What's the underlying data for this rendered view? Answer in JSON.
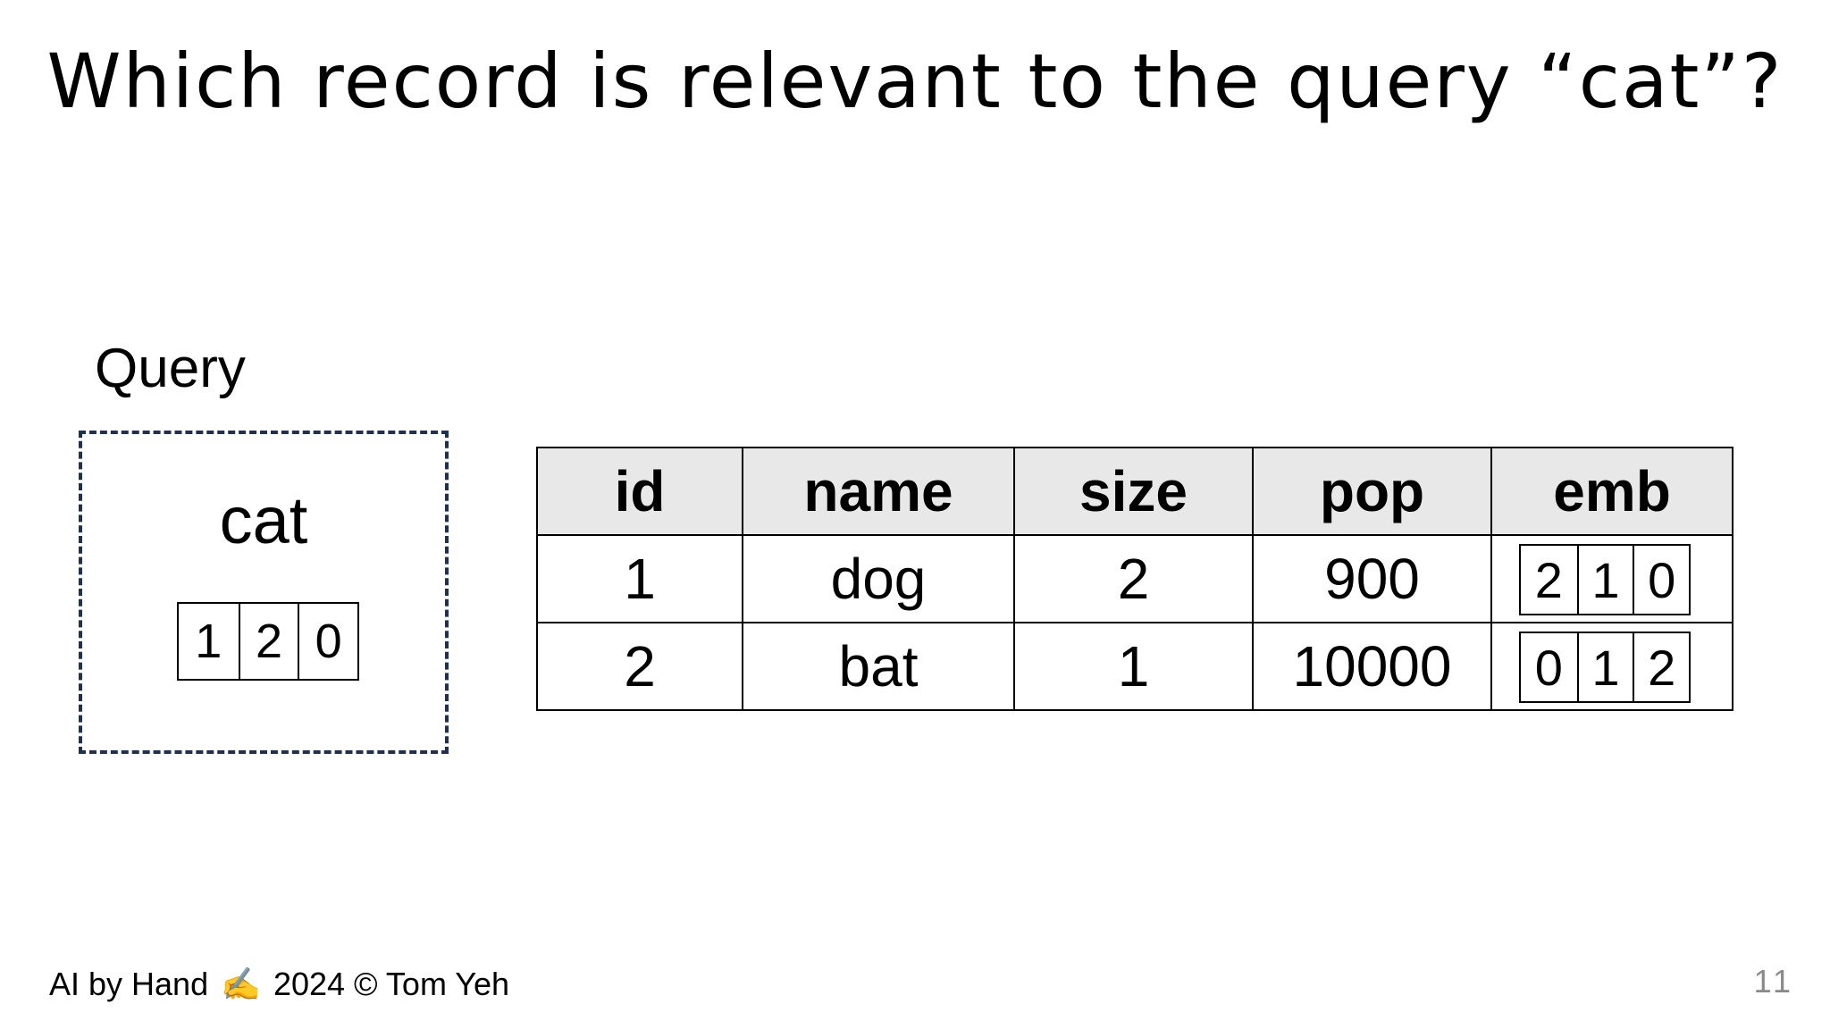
{
  "slide": {
    "title": "Which record is relevant to the query “cat”?",
    "page_number": "11"
  },
  "query": {
    "label": "Query",
    "word": "cat",
    "vector": [
      "1",
      "2",
      "0"
    ]
  },
  "table": {
    "headers": [
      "id",
      "name",
      "size",
      "pop",
      "emb"
    ],
    "rows": [
      {
        "id": "1",
        "name": "dog",
        "size": "2",
        "pop": "900",
        "emb": [
          "2",
          "1",
          "0"
        ]
      },
      {
        "id": "2",
        "name": "bat",
        "size": "1",
        "pop": "10000",
        "emb": [
          "0",
          "1",
          "2"
        ]
      }
    ]
  },
  "footer": {
    "prefix": "AI by Hand",
    "emoji": "✍️",
    "suffix": "2024 © Tom Yeh",
    "emoji_icon": "writing-hand-icon"
  },
  "colors": {
    "dashed_border": "#1f3150",
    "header_bg": "#e8e8e8",
    "page_number": "#8a8a8a"
  }
}
